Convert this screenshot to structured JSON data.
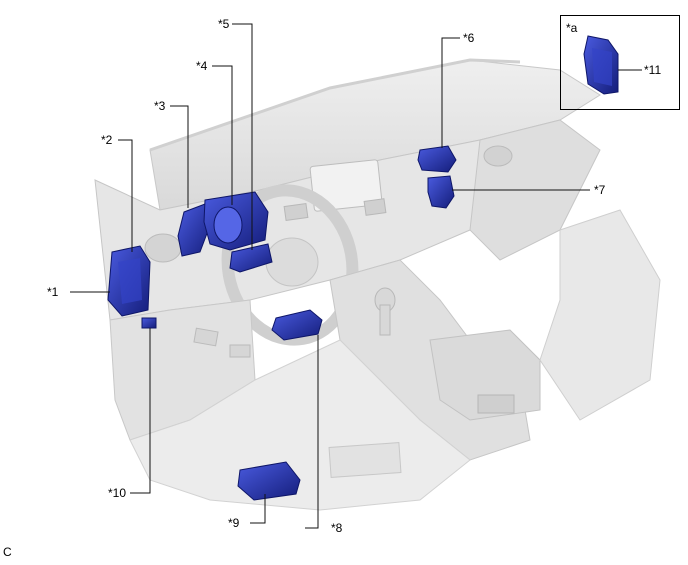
{
  "callouts": {
    "c1": "*1",
    "c2": "*2",
    "c3": "*3",
    "c4": "*4",
    "c5": "*5",
    "c6": "*6",
    "c7": "*7",
    "c8": "*8",
    "c9": "*9",
    "c10": "*10",
    "c11": "*11",
    "ca": "*a"
  },
  "footer_code": "C",
  "colors": {
    "component": "#2a36b8",
    "component_dark": "#141d7a",
    "component_light": "#4a5be0",
    "interior": "#e4e4e4",
    "interior_shade": "#cfcfcf",
    "line": "#111111"
  }
}
